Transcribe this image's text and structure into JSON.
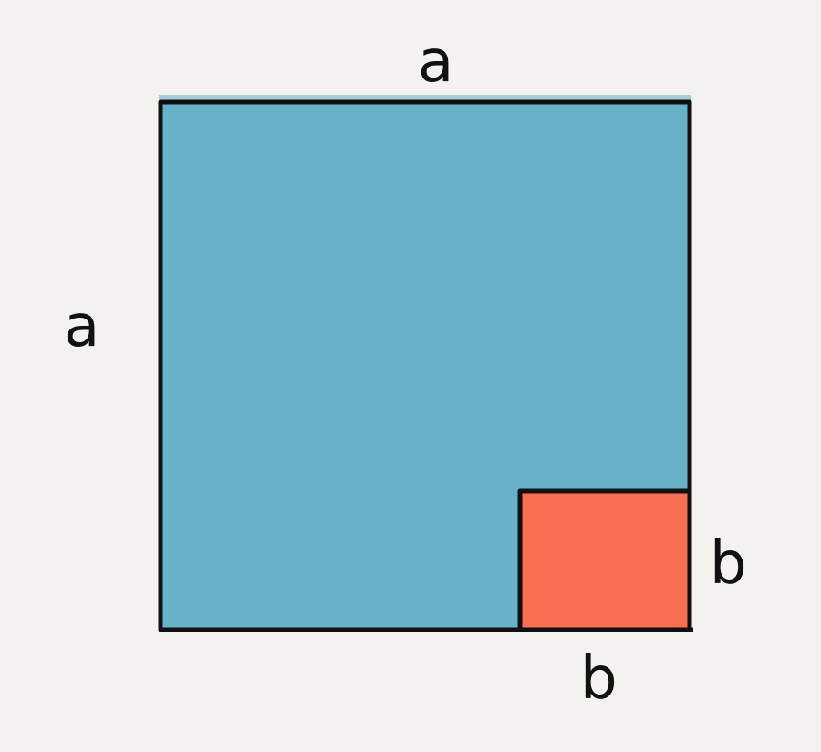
{
  "diagram": {
    "labels": {
      "top_side": "a",
      "left_side": "a",
      "right_side": "b",
      "bottom_side": "b"
    },
    "colors": {
      "background": "#f4f2ee",
      "large_square_fill": "#67b2c9",
      "small_square_fill": "#f96f52",
      "outline": "#111111"
    }
  }
}
